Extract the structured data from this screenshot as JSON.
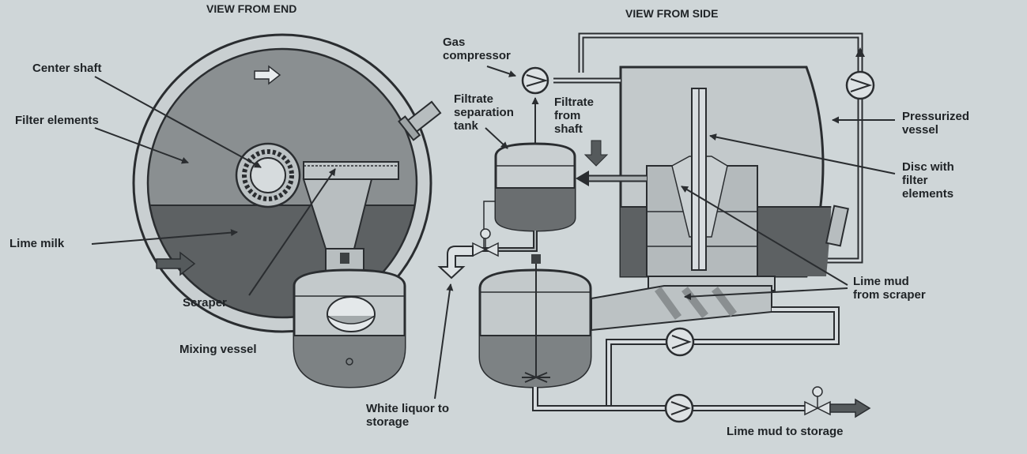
{
  "headings": {
    "end": "VIEW FROM END",
    "side": "VIEW FROM SIDE"
  },
  "labels": {
    "center_shaft": "Center shaft",
    "filter_elements": "Filter elements",
    "lime_milk": "Lime milk",
    "scraper": "Scraper",
    "mixing_vessel": "Mixing vessel",
    "gas_compressor": "Gas\ncompressor",
    "filtrate_separation_tank": "Filtrate\nseparation\ntank",
    "filtrate_from_shaft": "Filtrate\nfrom\nshaft",
    "pressurized_vessel": "Pressurized\nvessel",
    "disc_with_filter_elements": "Disc with\nfilter\nelements",
    "lime_mud_from_scraper": "Lime mud\nfrom scraper",
    "white_liquor_to_storage": "White liquor to\nstorage",
    "lime_mud_to_storage": "Lime mud to storage"
  },
  "colors": {
    "background": "#cfd6d8",
    "vessel_fill": "#c3c9cb",
    "liquid_fill": "#6a6e70",
    "outline": "#2a2d30"
  }
}
